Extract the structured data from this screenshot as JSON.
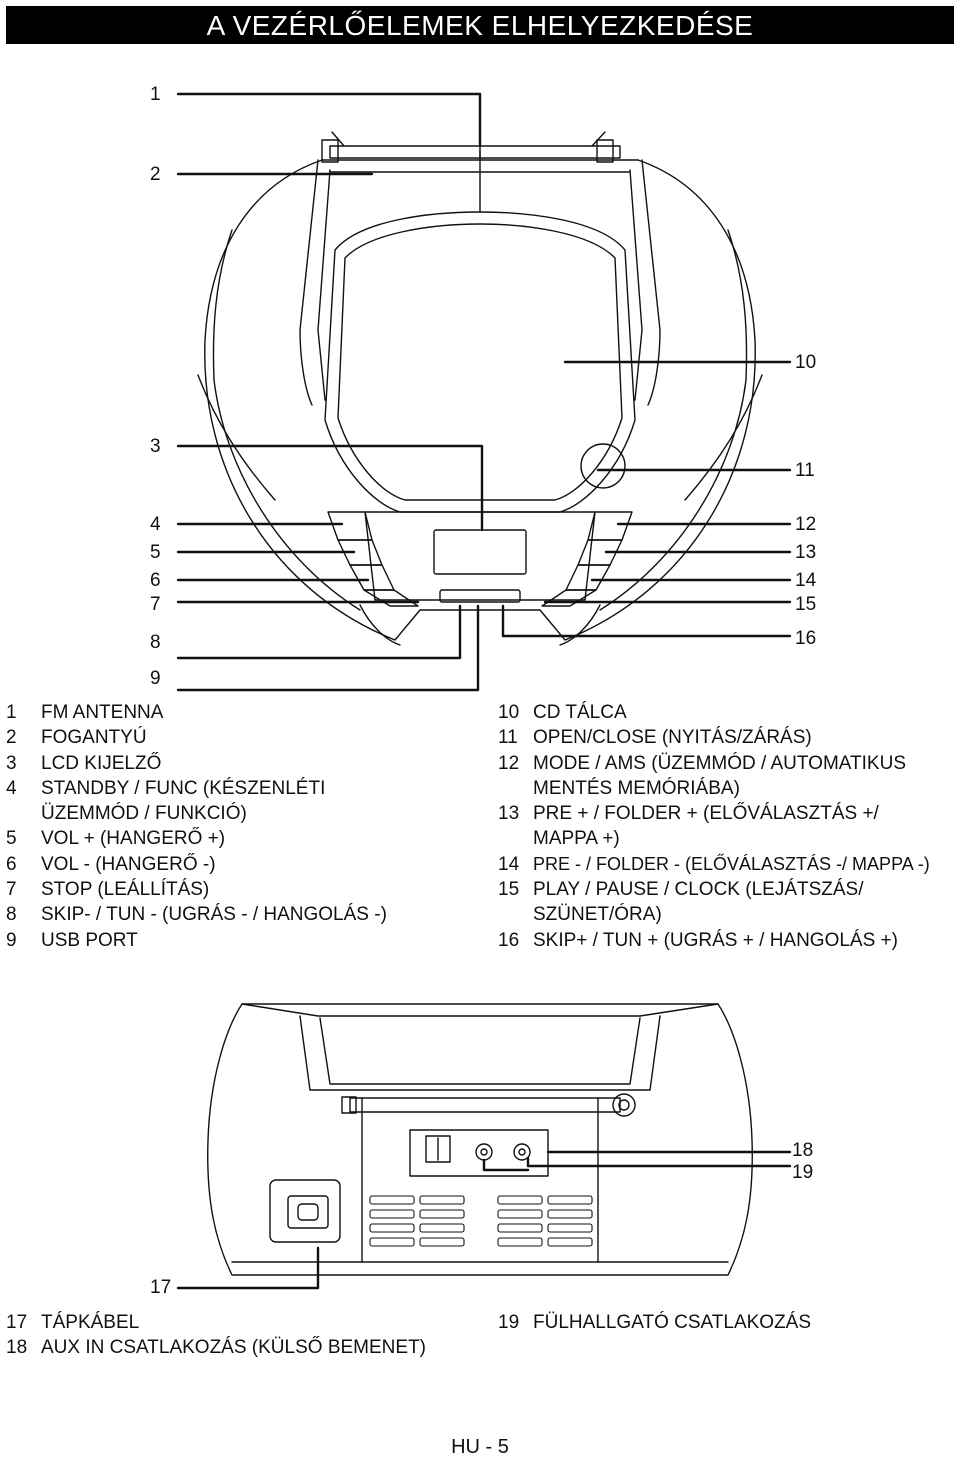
{
  "title": "A VEZÉRLŐELEMEK ELHELYEZKEDÉSE",
  "callouts": {
    "n1": "1",
    "n2": "2",
    "n3": "3",
    "n4": "4",
    "n5": "5",
    "n6": "6",
    "n7": "7",
    "n8": "8",
    "n9": "9",
    "n10": "10",
    "n11": "11",
    "n12": "12",
    "n13": "13",
    "n14": "14",
    "n15": "15",
    "n16": "16",
    "n17": "17",
    "n18": "18",
    "n19": "19"
  },
  "legend_left": [
    {
      "num": "1",
      "text": "FM ANTENNA"
    },
    {
      "num": "2",
      "text": "FOGANTYÚ"
    },
    {
      "num": "3",
      "text": "LCD KIJELZŐ"
    },
    {
      "num": "4",
      "text": "STANDBY / FUNC (KÉSZENLÉTI"
    },
    {
      "num": "",
      "text": "ÜZEMMÓD / FUNKCIÓ)"
    },
    {
      "num": "5",
      "text": "VOL + (HANGERŐ +)"
    },
    {
      "num": "6",
      "text": "VOL - (HANGERŐ -)"
    },
    {
      "num": "7",
      "text": "STOP (LEÁLLÍTÁS)"
    },
    {
      "num": "8",
      "text": "SKIP- / TUN - (UGRÁS - / HANGOLÁS -)"
    },
    {
      "num": "9",
      "text": "USB PORT"
    }
  ],
  "legend_right": [
    {
      "num": "10",
      "text": "CD TÁLCA"
    },
    {
      "num": "11",
      "text": "OPEN/CLOSE (NYITÁS/ZÁRÁS)"
    },
    {
      "num": "12",
      "text": "MODE / AMS (ÜZEMMÓD / AUTOMATIKUS"
    },
    {
      "num": "",
      "text": "MENTÉS MEMÓRIÁBA)"
    },
    {
      "num": "13",
      "text": "PRE + / FOLDER + (ELŐVÁLASZTÁS +/"
    },
    {
      "num": "",
      "text": "MAPPA +)"
    },
    {
      "num": "14",
      "text": "PRE - / FOLDER - (ELŐVÁLASZTÁS -/ MAPPA -)"
    },
    {
      "num": "15",
      "text": "PLAY / PAUSE / CLOCK (LEJÁTSZÁS/"
    },
    {
      "num": "",
      "text": "SZÜNET/ÓRA)"
    },
    {
      "num": "16",
      "text": "SKIP+ / TUN + (UGRÁS + / HANGOLÁS +)"
    }
  ],
  "legend_bottom_left": [
    {
      "num": "17",
      "text": "TÁPKÁBEL"
    },
    {
      "num": "18",
      "text": "AUX IN CSATLAKOZÁS (KÜLSŐ BEMENET)"
    }
  ],
  "legend_bottom_right": [
    {
      "num": "19",
      "text": "FÜLHALLGATÓ CSATLAKOZÁS"
    }
  ],
  "footer": "HU - 5"
}
